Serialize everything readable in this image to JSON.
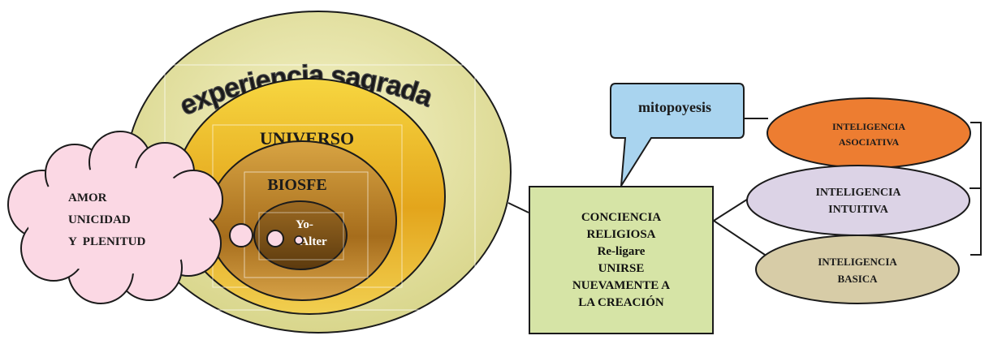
{
  "diagram": {
    "arc_title": "experiencia sagrada",
    "ring_universo": "UNIVERSO",
    "ring_biosfera": "BIOSFE",
    "ring_yo_line1": "Yo-",
    "ring_yo_line2": "Alter",
    "cloud_lines": [
      "AMOR",
      "UNICIDAD",
      "Y  PLENITUD"
    ],
    "callout": "mitopoyesis",
    "center_box_lines": [
      "CONCIENCIA",
      "RELIGIOSA",
      "Re-ligare",
      "UNIRSE",
      "NUEVAMENTE A",
      "LA CREACIÓN"
    ],
    "intelligences": [
      {
        "line1": "INTELIGENCIA",
        "line2": "ASOCIATIVA",
        "color": "#ed7d31"
      },
      {
        "line1": "INTELIGENCIA",
        "line2": "INTUITIVA",
        "color": "#dcd3e6"
      },
      {
        "line1": "INTELIGENCIA",
        "line2": "BASICA",
        "color": "#d7cca7"
      }
    ],
    "colors": {
      "outer_ring": "#e6e4a8",
      "universo_ring": "#e8b826",
      "biosfera_ring": "#b07a28",
      "yo_ring": "#7a4e14",
      "cloud": "#fbd8e4",
      "callout": "#a9d4ef",
      "center_box": "#d6e4a6"
    }
  }
}
